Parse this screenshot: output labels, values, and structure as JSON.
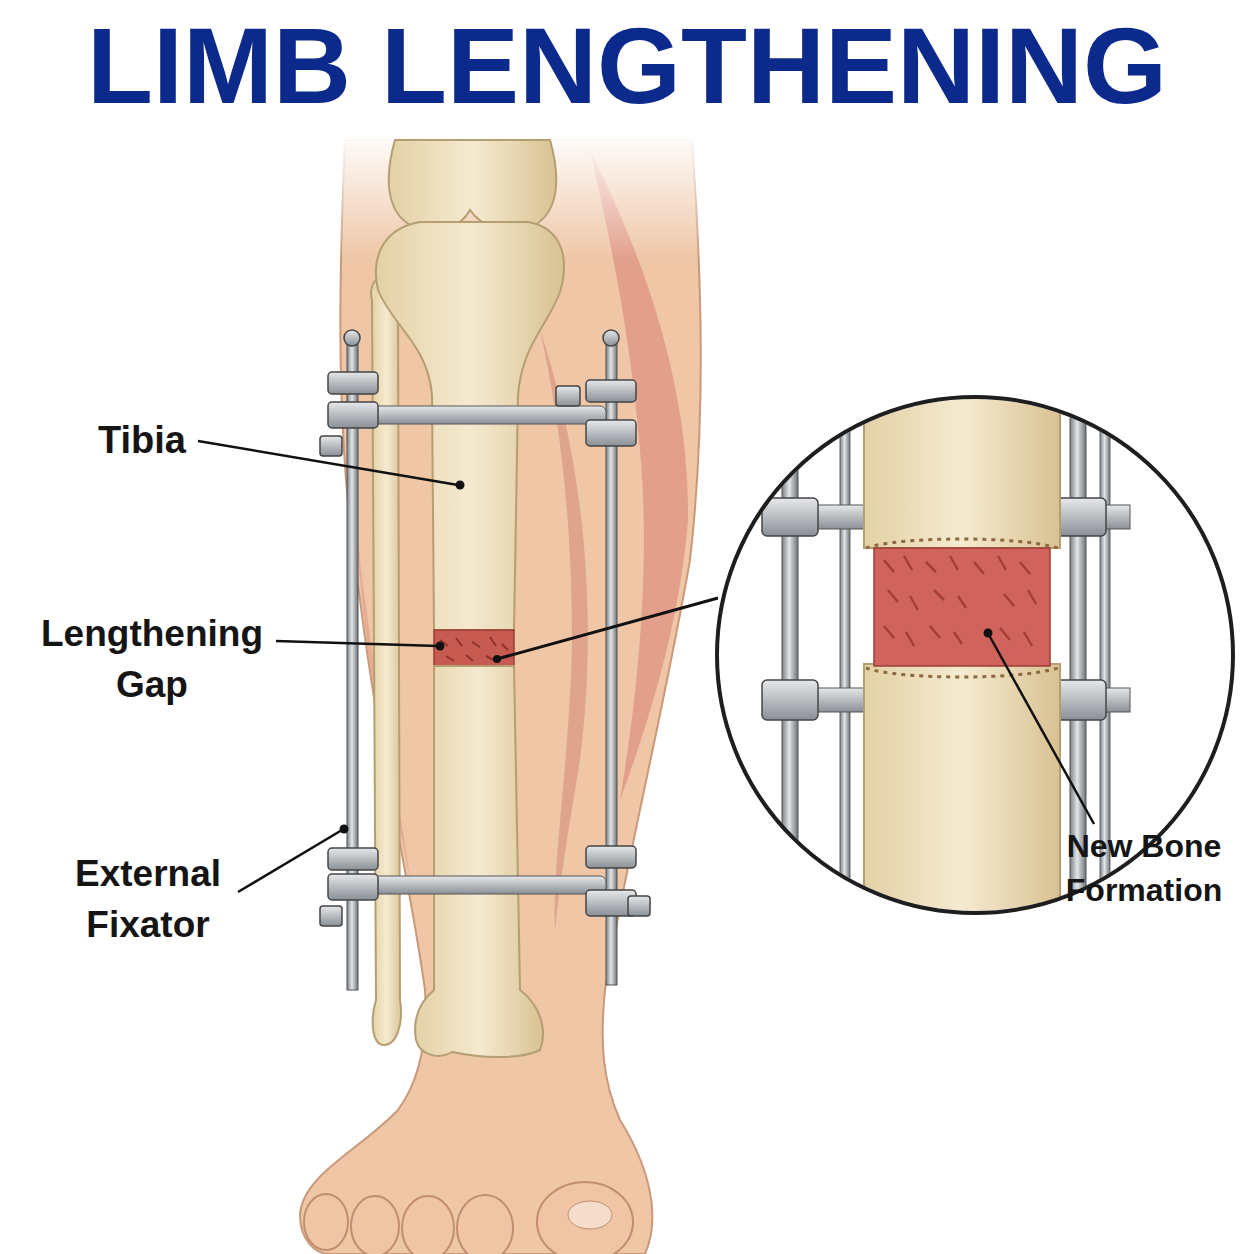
{
  "diagram": {
    "title": "LIMB LENGTHENING",
    "labels": [
      "Tibia",
      "Lengthening Gap",
      "External Fixator",
      "New Bone Formation"
    ]
  }
}
